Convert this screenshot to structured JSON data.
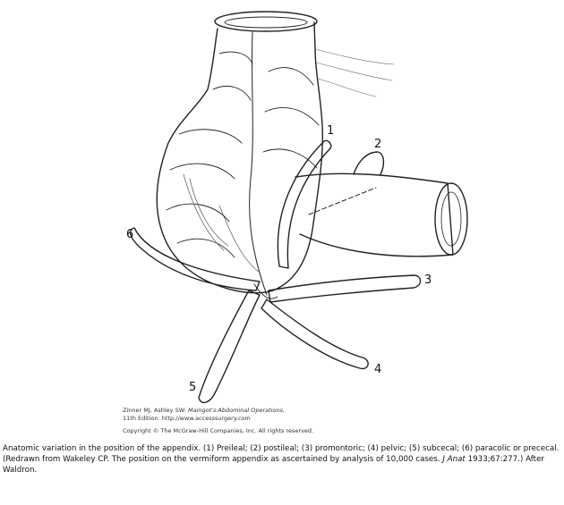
{
  "figure": {
    "labels": [
      "1",
      "2",
      "3",
      "4",
      "5",
      "6"
    ]
  },
  "credit": {
    "line1_prefix": "Zinner MJ, Ashley SW:",
    "line1_title": "Maingot's Abdominal Operations,",
    "line2": "11th Edition: http://www.accesssurgery.com",
    "line3": "Copyright © The McGraw-Hill Companies, Inc. All rights reserved."
  },
  "caption": {
    "part1": "Anatomic variation in the position of the appendix. (1) Preileal; (2) postileal; (3) promontoric; (4) pelvic; (5) subcecal; (6) paracolic or prececal. (Redrawn from Wakeley CP. The position on the vermiform appendix as ascertained by analysis of 10,000 cases.",
    "journal": "J Anat",
    "part2": "1933;67:277.) After Waldron."
  }
}
